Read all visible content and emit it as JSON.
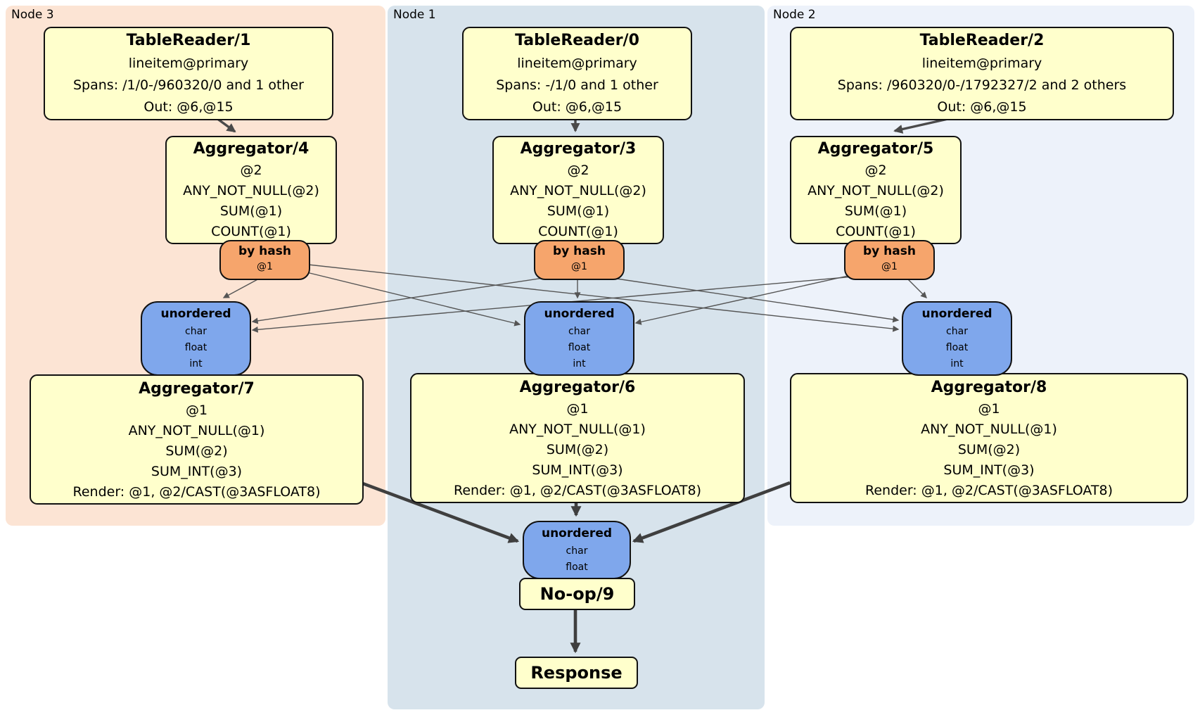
{
  "regions": {
    "node3": {
      "label": "Node 3"
    },
    "node1": {
      "label": "Node 1"
    },
    "node2": {
      "label": "Node 2"
    }
  },
  "processors": {
    "tr1": {
      "title": "TableReader/1",
      "lines": [
        "lineitem@primary",
        "Spans: /1/0-/960320/0 and 1 other",
        "Out: @6,@15"
      ]
    },
    "tr0": {
      "title": "TableReader/0",
      "lines": [
        "lineitem@primary",
        "Spans: -/1/0 and 1 other",
        "Out: @6,@15"
      ]
    },
    "tr2": {
      "title": "TableReader/2",
      "lines": [
        "lineitem@primary",
        "Spans: /960320/0-/1792327/2 and 2 others",
        "Out: @6,@15"
      ]
    },
    "agg4": {
      "title": "Aggregator/4",
      "lines": [
        "@2",
        "ANY_NOT_NULL(@2)",
        "SUM(@1)",
        "COUNT(@1)"
      ]
    },
    "agg3": {
      "title": "Aggregator/3",
      "lines": [
        "@2",
        "ANY_NOT_NULL(@2)",
        "SUM(@1)",
        "COUNT(@1)"
      ]
    },
    "agg5": {
      "title": "Aggregator/5",
      "lines": [
        "@2",
        "ANY_NOT_NULL(@2)",
        "SUM(@1)",
        "COUNT(@1)"
      ]
    },
    "agg7": {
      "title": "Aggregator/7",
      "lines": [
        "@1",
        "ANY_NOT_NULL(@1)",
        "SUM(@2)",
        "SUM_INT(@3)",
        "Render: @1, @2/CAST(@3ASFLOAT8)"
      ]
    },
    "agg6": {
      "title": "Aggregator/6",
      "lines": [
        "@1",
        "ANY_NOT_NULL(@1)",
        "SUM(@2)",
        "SUM_INT(@3)",
        "Render: @1, @2/CAST(@3ASFLOAT8)"
      ]
    },
    "agg8": {
      "title": "Aggregator/8",
      "lines": [
        "@1",
        "ANY_NOT_NULL(@1)",
        "SUM(@2)",
        "SUM_INT(@3)",
        "Render: @1, @2/CAST(@3ASFLOAT8)"
      ]
    },
    "noop": {
      "title": "No-op/9"
    },
    "response": {
      "title": "Response"
    }
  },
  "routers": {
    "bh4": {
      "title": "by hash",
      "sub": "@1"
    },
    "bh3": {
      "title": "by hash",
      "sub": "@1"
    },
    "bh5": {
      "title": "by hash",
      "sub": "@1"
    }
  },
  "syncs": {
    "un7": {
      "title": "unordered",
      "items": [
        "char",
        "float",
        "int"
      ]
    },
    "un6": {
      "title": "unordered",
      "items": [
        "char",
        "float",
        "int"
      ]
    },
    "un8": {
      "title": "unordered",
      "items": [
        "char",
        "float",
        "int"
      ]
    },
    "un9": {
      "title": "unordered",
      "items": [
        "char",
        "float"
      ]
    }
  },
  "colors": {
    "processor_fill": "#FFFFCC",
    "router_fill": "#F6A56C",
    "sync_fill": "#7FA7EC",
    "node3_bg": "#FCE4D4",
    "node1_bg": "#D7E3EC",
    "node2_bg": "#EDF2FA",
    "edge_thin": "#555555",
    "edge_thick": "#3F3F3F"
  }
}
